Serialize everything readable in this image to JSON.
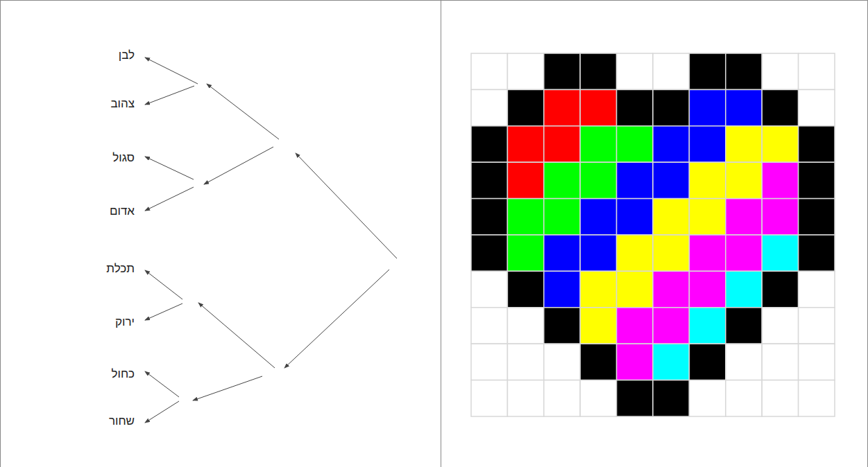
{
  "diagram": {
    "labels": [
      "לבן",
      "צהוב",
      "סגול",
      "אדום",
      "תכלת",
      "ירוק",
      "כחול",
      "שחור"
    ]
  }
}
